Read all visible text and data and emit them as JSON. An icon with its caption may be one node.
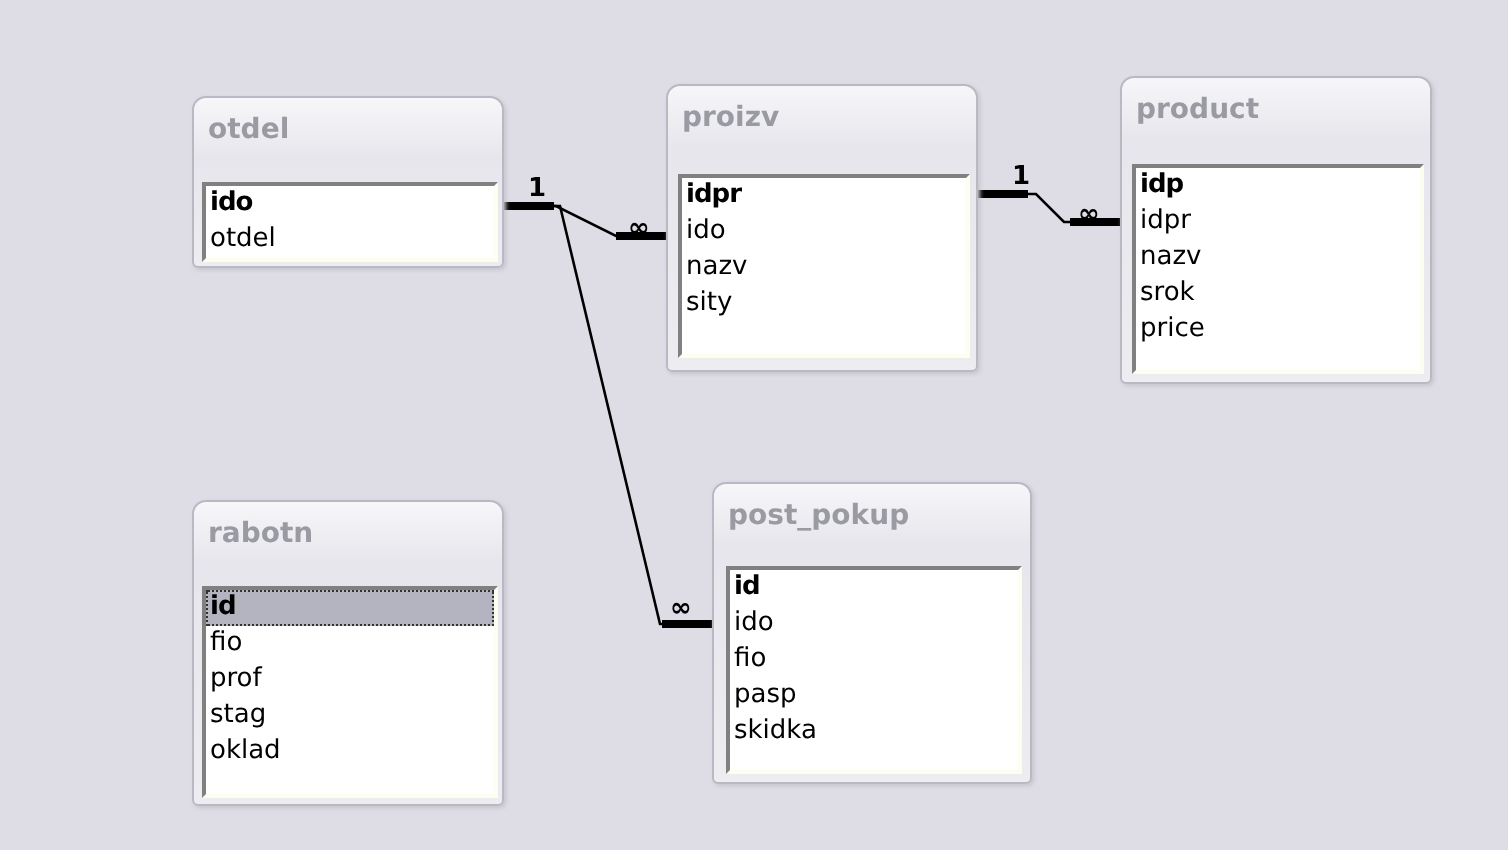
{
  "diagram": {
    "nodes": [
      {
        "text": [
          "otdel",
          "ido",
          "otdel"
        ]
      },
      {
        "text": [
          "proizv",
          "idpr",
          "ido",
          "nazv",
          "sity"
        ]
      },
      {
        "text": [
          "product",
          "idp",
          "idpr",
          "nazv",
          "srok",
          "price"
        ]
      },
      {
        "text": [
          "rabotn",
          "id",
          "fio",
          "prof",
          "stag",
          "oklad"
        ]
      },
      {
        "text": [
          "post_pokup",
          "id",
          "ido",
          "fio",
          "pasp",
          "skidka"
        ]
      }
    ],
    "edges": [
      {
        "from": 0,
        "to": 1,
        "arrow": "other"
      },
      {
        "from": 1,
        "to": 2,
        "arrow": "other"
      },
      {
        "from": 0,
        "to": 4,
        "arrow": "other"
      }
    ],
    "labels": [
      "1",
      "∞",
      "1",
      "∞",
      "∞"
    ]
  }
}
